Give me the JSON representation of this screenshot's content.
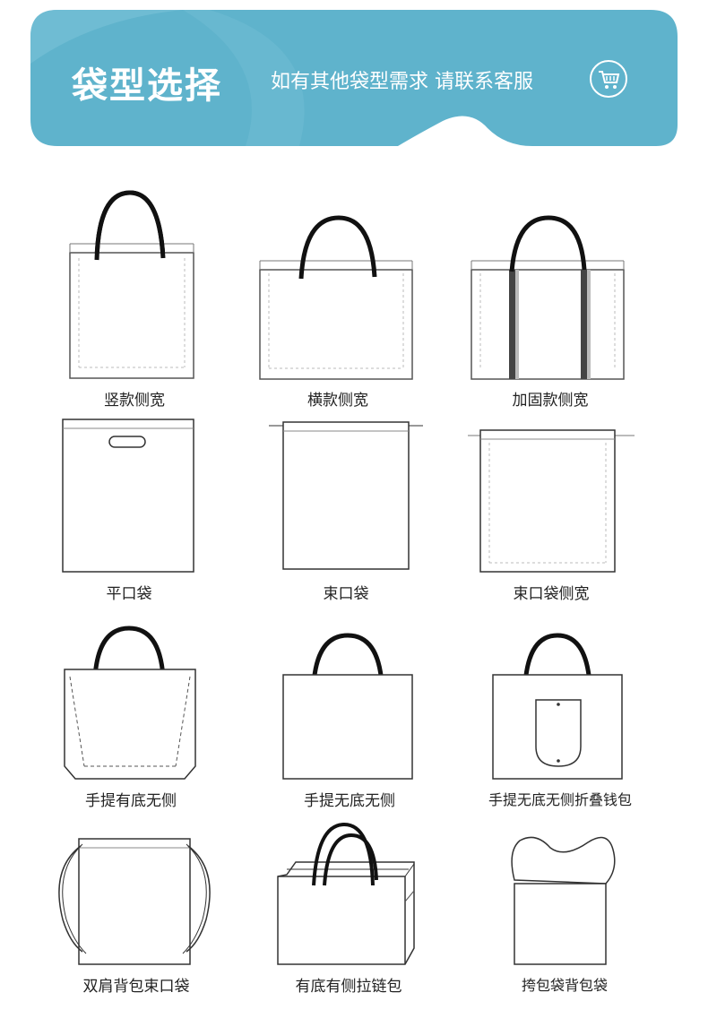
{
  "banner": {
    "title": "袋型选择",
    "subtitle": "如有其他袋型需求 请联系客服",
    "color": "#5fb3cc",
    "icon": "shopping-cart-icon"
  },
  "bag_types": [
    {
      "label": "竖款侧宽"
    },
    {
      "label": "横款侧宽"
    },
    {
      "label": "加固款侧宽"
    },
    {
      "label": "平口袋"
    },
    {
      "label": "束口袋"
    },
    {
      "label": "束口袋侧宽"
    },
    {
      "label": "手提有底无侧"
    },
    {
      "label": "手提无底无侧"
    },
    {
      "label": "手提无底无侧折叠钱包"
    },
    {
      "label": "双肩背包束口袋"
    },
    {
      "label": "有底有侧拉链包"
    },
    {
      "label": "挎包袋背包袋"
    }
  ]
}
